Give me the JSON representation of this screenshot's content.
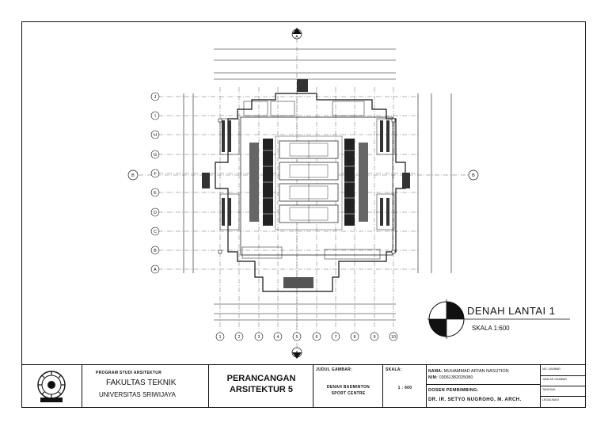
{
  "plan": {
    "grid_rows": [
      "J",
      "I",
      "H",
      "G",
      "F",
      "E",
      "D",
      "C",
      "B",
      "A"
    ],
    "grid_cols": [
      "1",
      "2",
      "3",
      "4",
      "5",
      "6",
      "7",
      "8",
      "9",
      "10"
    ],
    "north_marker": "A",
    "east_marker": "B",
    "legend": {
      "title": "DENAH LANTAI 1",
      "scale": "SKALA 1:600"
    }
  },
  "title_block": {
    "school": {
      "program": "PROGRAM STUDI ARSITEKTUR",
      "faculty": "FAKULTAS TEKNIK",
      "university": "UNIVERSITAS SRIWIJAYA"
    },
    "course": {
      "line1": "PERANCANGAN",
      "line2": "ARSITEKTUR 5"
    },
    "drawing": {
      "label": "JUDUL GAMBAR:",
      "value_line1": "DENAH BADMINTON",
      "value_line2": "SPORT CENTRE"
    },
    "scale": {
      "label": "SKALA:",
      "value": "1 : 600"
    },
    "author": {
      "name_label": "NAMA:",
      "name": "MUHAMMAD AFFAN NASUTION",
      "nim_label": "NIM:",
      "nim": "03061382025080"
    },
    "supervisor": {
      "label": "DOSEN PEMBIMBING:",
      "name": "DR. IR. SETYO NUGROHO, M. ARCH."
    },
    "meta": {
      "no": "NO. GAMBAR",
      "count": "JUMLAH GAMBAR",
      "date": "TANGGAL",
      "legal": "LEGALISASI"
    }
  }
}
